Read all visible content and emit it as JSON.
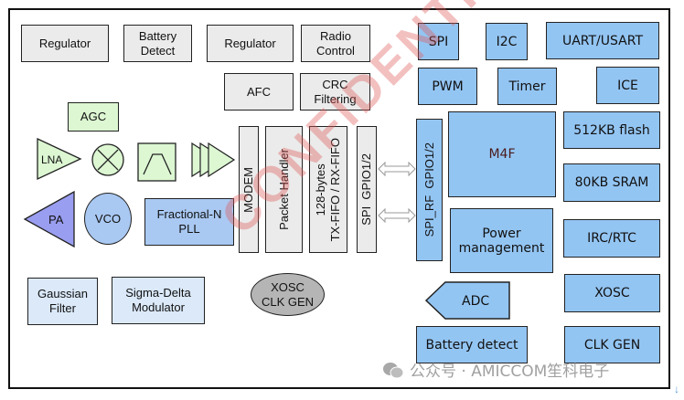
{
  "diagram": {
    "title": "RF SoC block diagram",
    "rf_top_row": [
      "Regulator",
      "Battery Detect",
      "Regulator",
      "Radio Control"
    ],
    "rf_second_row": [
      "AFC",
      "CRC Filtering"
    ],
    "agc": "AGC",
    "receive_chain": {
      "lna": "LNA",
      "mixer": "mixer",
      "filter": "bandpass-filter",
      "if_amps": "if-amplifiers"
    },
    "transmit_chain": {
      "pa": "PA",
      "vco": "VCO",
      "pll_line1": "Fractional-N",
      "pll_line2": "PLL"
    },
    "digital_columns": [
      "MODEM",
      "Packet Handler",
      "128-bytes",
      "TX-FIFO / RX-FIFO",
      "SPI  GPIO1/2"
    ],
    "bottom_rf": {
      "gaussian_line1": "Gaussian",
      "gaussian_line2": "Filter",
      "sigma_line1": "Sigma-Delta",
      "sigma_line2": "Modulator",
      "xosc_line1": "XOSC",
      "xosc_line2": "CLK GEN"
    },
    "mcu": {
      "spi": "SPI",
      "i2c": "I2C",
      "uart": "UART/USART",
      "pwm": "PWM",
      "timer": "Timer",
      "ice": "ICE",
      "spi_rf": "SPI_RF  GPIO1/2",
      "core": "M4F",
      "flash": "512KB flash",
      "sram": "80KB SRAM",
      "power_line1": "Power",
      "power_line2": "management",
      "irc": "IRC/RTC",
      "xosc": "XOSC",
      "adc": "ADC",
      "battery": "Battery detect",
      "clkgen": "CLK GEN"
    },
    "watermark": "CONFIDENTIAL",
    "wechat_caption": "公众号 · AMICCOM笙科电子",
    "colors": {
      "gray_block": "#ebebeb",
      "green_block": "#dcf7d2",
      "light_blue_block": "#a9c8f2",
      "pa_purple": "#9a9ef0",
      "mcu_blue": "#93c5f3",
      "xosc_gray": "#b5b5b5",
      "watermark_red": "#e05a5a"
    }
  }
}
